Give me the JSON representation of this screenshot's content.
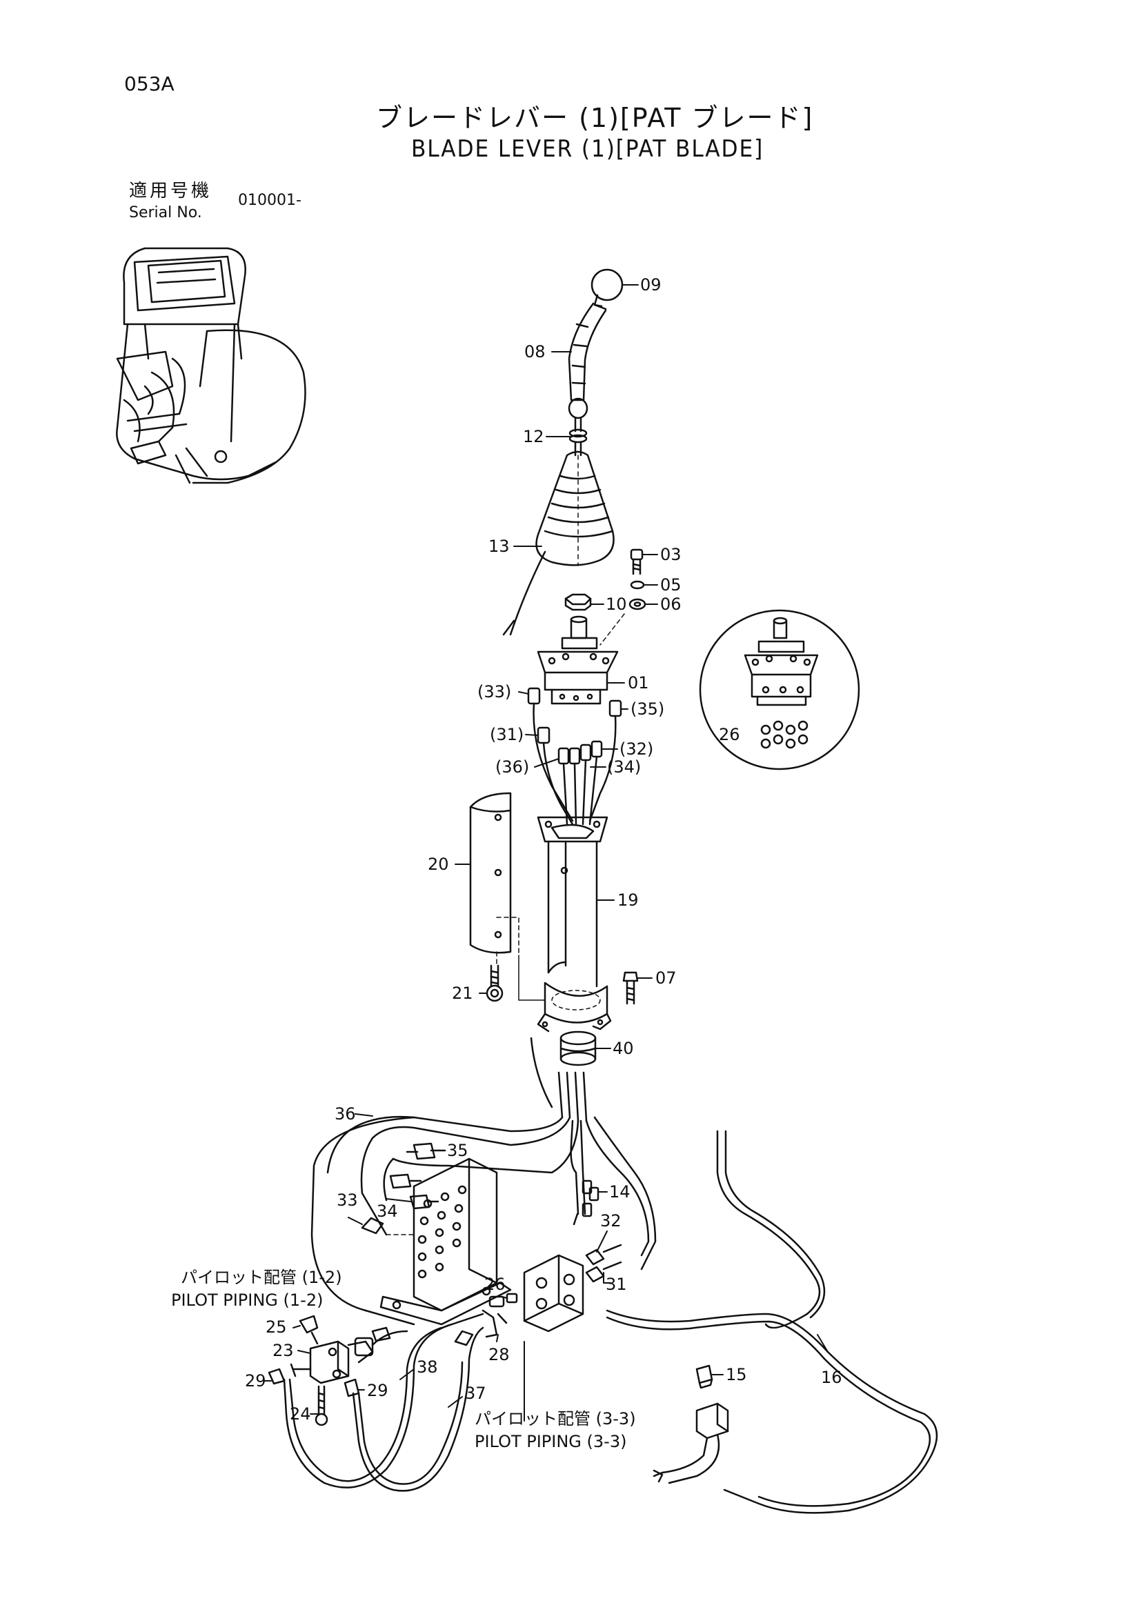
{
  "header": {
    "page_code": "053A",
    "title_jp": "ブレードレバー (1)[PAT ブレード]",
    "title_en": "BLADE LEVER (1)[PAT BLADE]",
    "serial_label_jp": "適用号機",
    "serial_label_en": "Serial No.",
    "serial_value": "010001-"
  },
  "callouts": {
    "p09": "09",
    "p08": "08",
    "p12": "12",
    "p13": "13",
    "p03": "03",
    "p05": "05",
    "p06": "06",
    "p10": "10",
    "p01": "01",
    "p33p": "(33)",
    "p35p": "(35)",
    "p31p": "(31)",
    "p32p": "(32)",
    "p36p": "(36)",
    "p34p": "(34)",
    "p26a": "26",
    "p20": "20",
    "p19": "19",
    "p21": "21",
    "p07": "07",
    "p40": "40",
    "p36": "36",
    "p35": "35",
    "p14": "14",
    "p33": "33",
    "p34": "34",
    "p32": "32",
    "p31": "31",
    "p26b": "26",
    "p25": "25",
    "p23": "23",
    "p28": "28",
    "p38": "38",
    "p29a": "29",
    "p29b": "29",
    "p37": "37",
    "p24": "24",
    "p15": "15",
    "p16": "16"
  },
  "piping_labels": {
    "pilot_12_jp": "パイロット配管 (1-2)",
    "pilot_12_en": "PILOT PIPING (1-2)",
    "pilot_33_jp": "パイロット配管 (3-3)",
    "pilot_33_en": "PILOT PIPING (3-3)"
  }
}
